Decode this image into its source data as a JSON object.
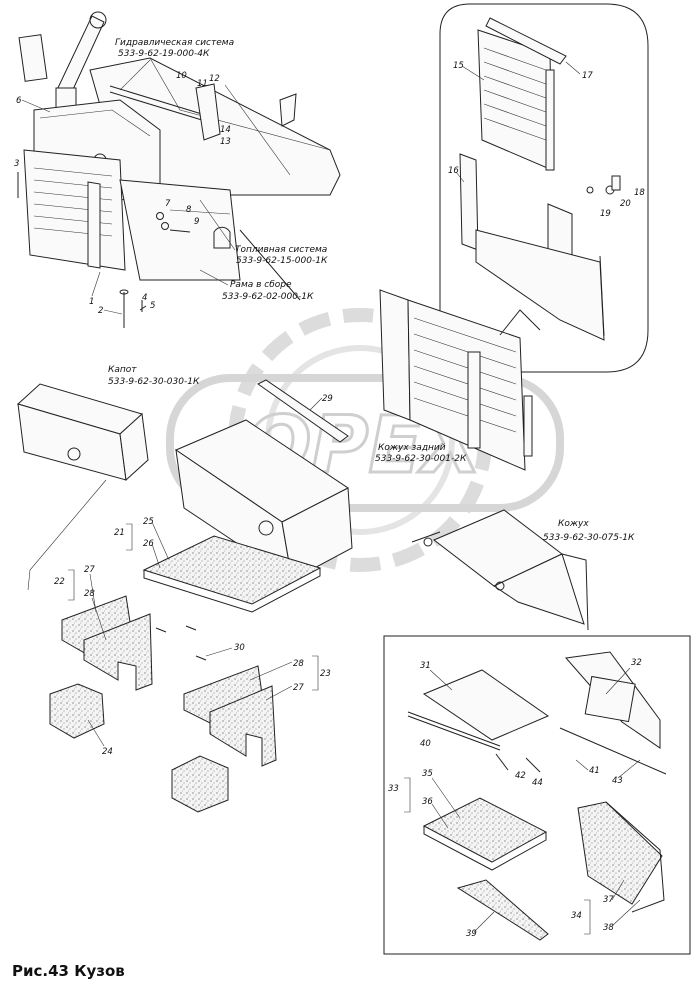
{
  "caption": "Рис.43  Кузов",
  "watermark": "OPEX",
  "assemblies": {
    "hydraulic": {
      "name": "Гидравлическая система",
      "code": "533-9-62-19-000-4К"
    },
    "fuel": {
      "name": "Топливная система",
      "code": "533-9-62-15-000-1К"
    },
    "frame": {
      "name": "Рама в сборе",
      "code": "533-9-62-02-000-1К"
    },
    "hood": {
      "name": "Капот",
      "code": "533-9-62-30-030-1К"
    },
    "rear_casing": {
      "name": "Кожух задний",
      "code": "533-9-62-30-001-2К"
    },
    "casing": {
      "name": "Кожух",
      "code": "533-9-62-30-075-1К"
    }
  },
  "callouts": [
    "1",
    "2",
    "3",
    "4",
    "5",
    "6",
    "7",
    "8",
    "9",
    "10",
    "11",
    "12",
    "13",
    "14",
    "15",
    "16",
    "17",
    "18",
    "19",
    "20",
    "21",
    "22",
    "23",
    "24",
    "25",
    "26",
    "27",
    "28",
    "29",
    "30",
    "31",
    "32",
    "33",
    "34",
    "35",
    "36",
    "37",
    "38",
    "39",
    "40",
    "41",
    "42",
    "43",
    "44"
  ]
}
